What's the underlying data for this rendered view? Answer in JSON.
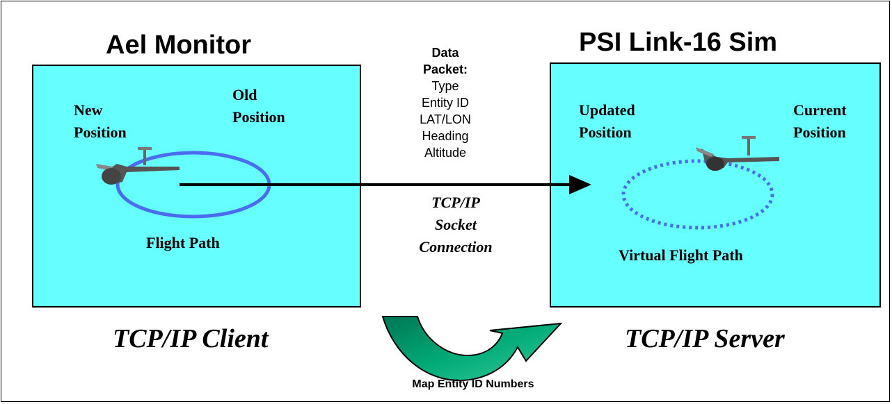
{
  "left": {
    "title": "Ael Monitor",
    "new_position": [
      "New",
      "Position"
    ],
    "old_position": [
      "Old",
      "Position"
    ],
    "path_label": "Flight Path",
    "role": "TCP/IP Client"
  },
  "right": {
    "title": "PSI Link-16 Sim",
    "updated_position": [
      "Updated",
      "Position"
    ],
    "current_position": [
      "Current",
      "Position"
    ],
    "path_label": "Virtual Flight Path",
    "role": "TCP/IP Server"
  },
  "packet": {
    "heading_line1": "Data",
    "heading_line2": "Packet:",
    "fields": [
      "Type",
      "Entity ID",
      "LAT/LON",
      "Heading",
      "Altitude"
    ]
  },
  "connection": [
    "TCP/IP",
    "Socket",
    "Connection"
  ],
  "mapping_label": "Map Entity ID Numbers",
  "colors": {
    "panel": "#66ffff",
    "flight_path": "#4a6cf0",
    "curved_arrow": "#009966"
  }
}
